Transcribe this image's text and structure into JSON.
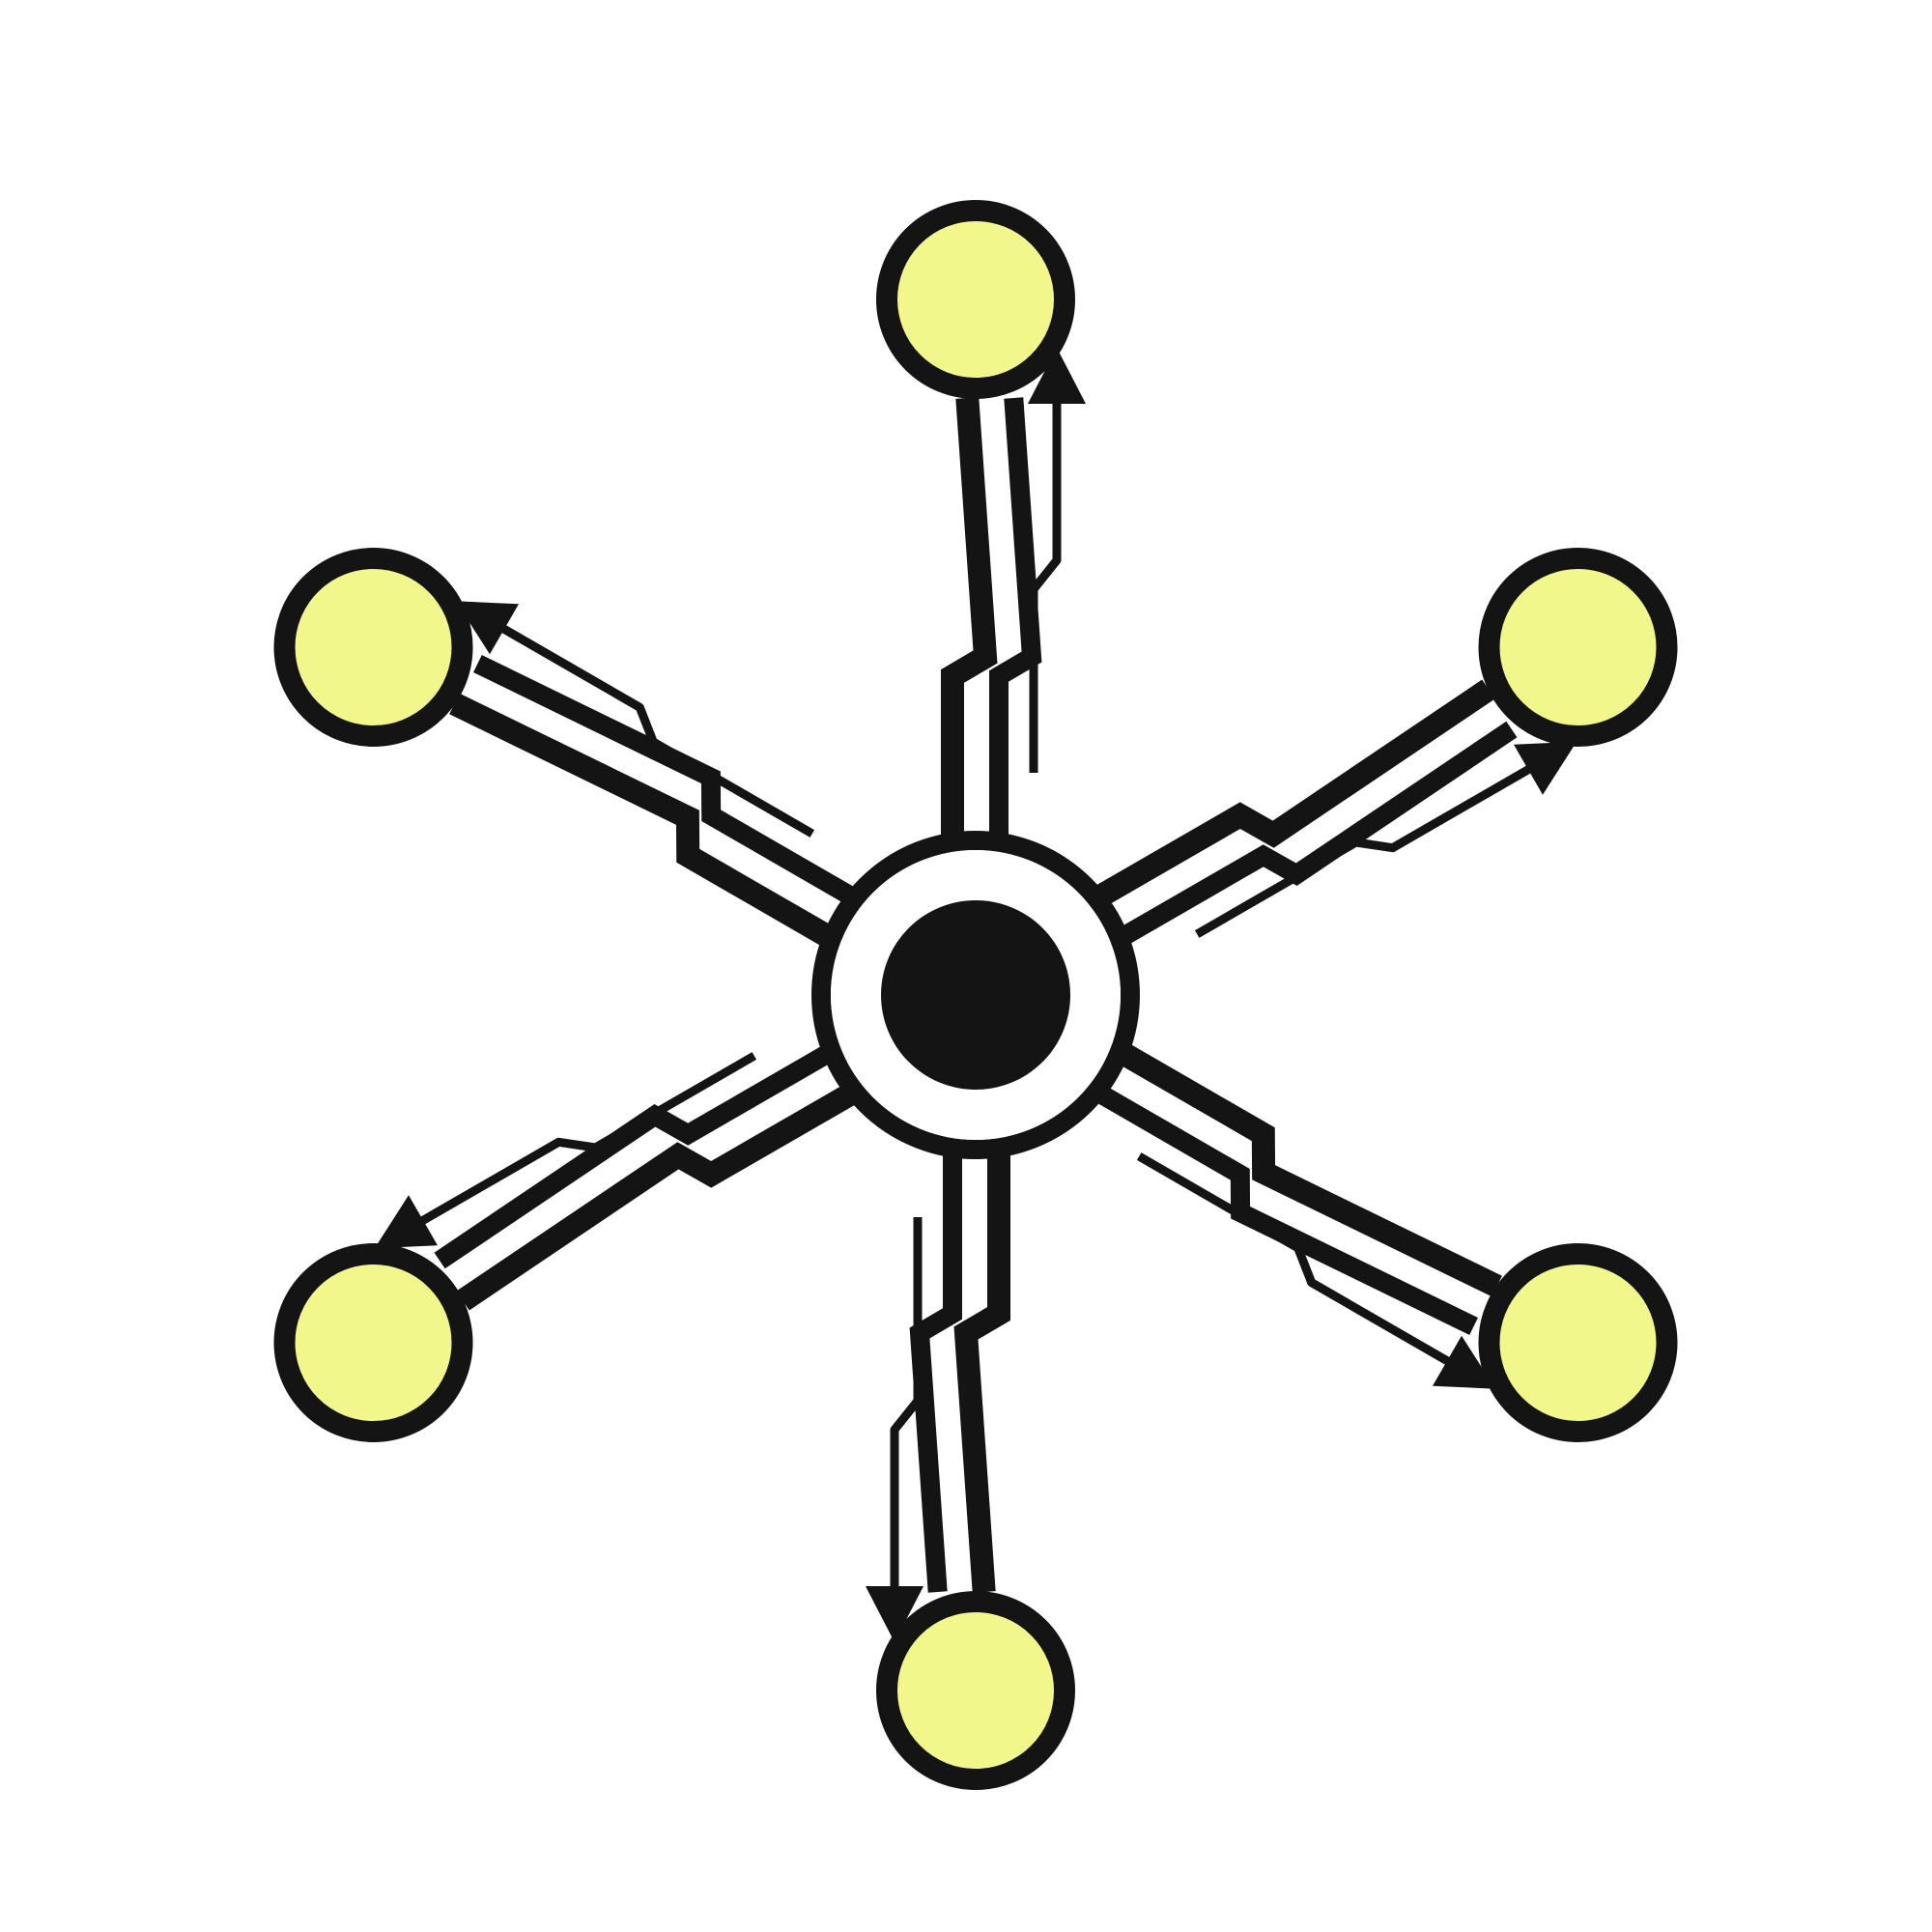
{
  "diagram": {
    "kind": "hub-and-spoke",
    "hub": {
      "shape": "filled-circle",
      "color": "#141414"
    },
    "spoke_count": 6,
    "spokes": [
      {
        "direction": "up",
        "arrow": "outward"
      },
      {
        "direction": "upper-right",
        "arrow": "outward"
      },
      {
        "direction": "lower-right",
        "arrow": "outward"
      },
      {
        "direction": "down",
        "arrow": "outward"
      },
      {
        "direction": "lower-left",
        "arrow": "outward"
      },
      {
        "direction": "upper-left",
        "arrow": "outward"
      }
    ],
    "node_shape": "circle",
    "colors": {
      "background": "#ffffff",
      "line": "#141414",
      "node_fill": "#f2f78c"
    }
  }
}
